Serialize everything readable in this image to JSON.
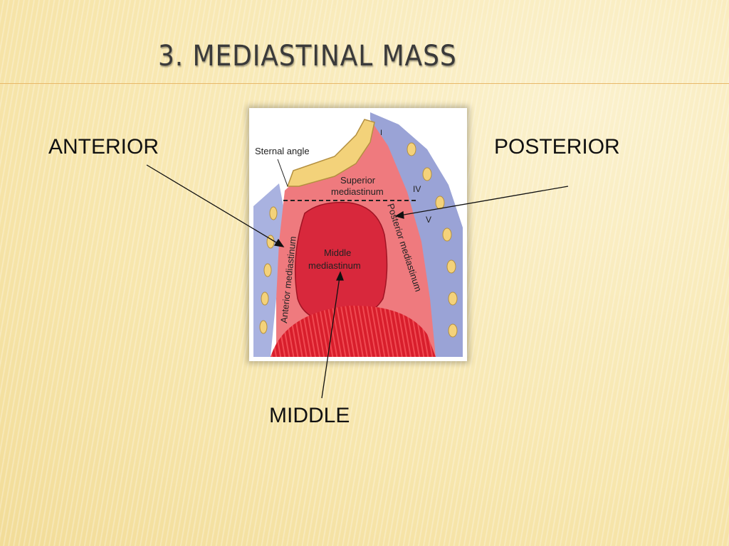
{
  "slide": {
    "title": "3. Mediastinal Mass",
    "labels": {
      "anterior": "ANTERIOR",
      "posterior": "POSTERIOR",
      "middle": "MIDDLE"
    }
  },
  "figure": {
    "sternal_angle": "Sternal angle",
    "superior_line1": "Superior",
    "superior_line2": "mediastinum",
    "middle_line1": "Middle",
    "middle_line2": "mediastinum",
    "anterior_vertical": "Anterior mediastinum",
    "posterior_vertical": "Posterior mediastinum",
    "vertebra_i": "I",
    "vertebra_iv": "IV",
    "vertebra_v": "V"
  },
  "colors": {
    "tissue": "#ef7a7e",
    "heart": "#d8283c",
    "diaphragm": "#d81e2c",
    "spine": "#9aa3d6",
    "sternum": "#f3d27a"
  }
}
